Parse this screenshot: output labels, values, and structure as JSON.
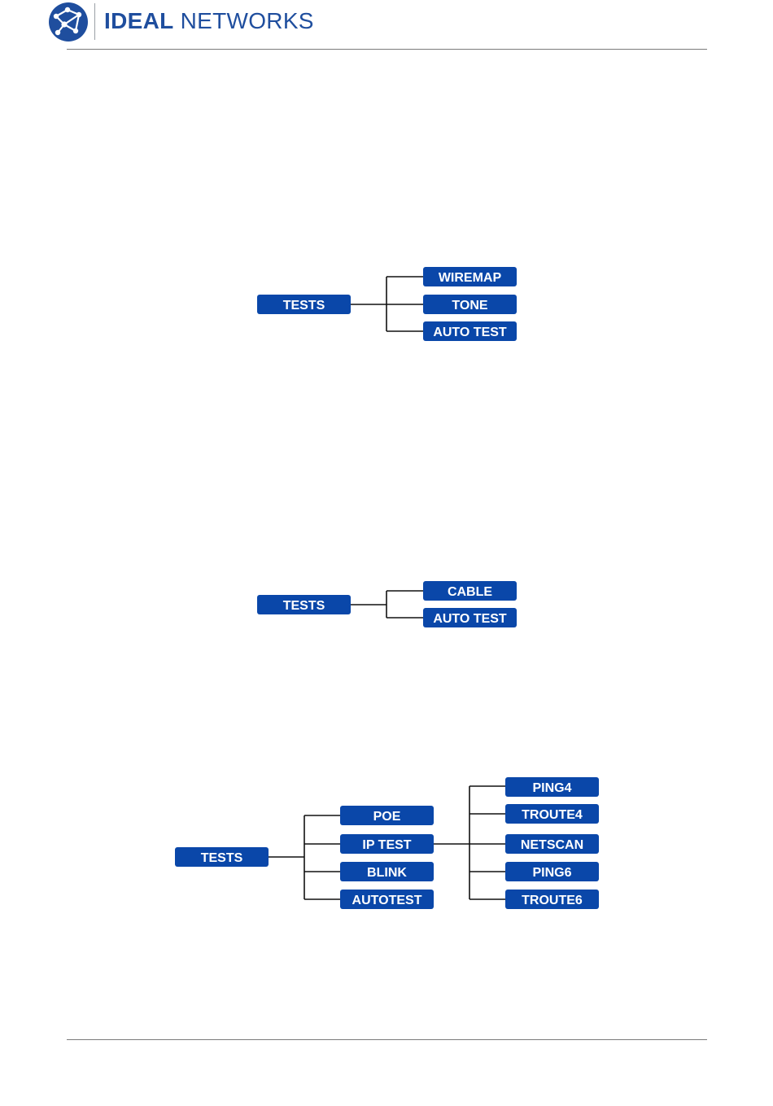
{
  "header": {
    "brand_bold": "IDEAL",
    "brand_light": "NETWORKS",
    "logo_icon": "network-globe-icon"
  },
  "colors": {
    "node_fill": "#0a47a9",
    "node_text": "#ffffff",
    "brand": "#1f4e9e",
    "connector": "#111111"
  },
  "diagrams": [
    {
      "root": "TESTS",
      "children": [
        "WIREMAP",
        "TONE",
        "AUTO TEST"
      ]
    },
    {
      "root": "TESTS",
      "children": [
        "CABLE",
        "AUTO TEST"
      ]
    },
    {
      "root": "TESTS",
      "children": [
        "POE",
        "IP TEST",
        "BLINK",
        "AUTOTEST"
      ],
      "ip_test_children": [
        "PING4",
        "TROUTE4",
        "NETSCAN",
        "PING6",
        "TROUTE6"
      ]
    }
  ]
}
